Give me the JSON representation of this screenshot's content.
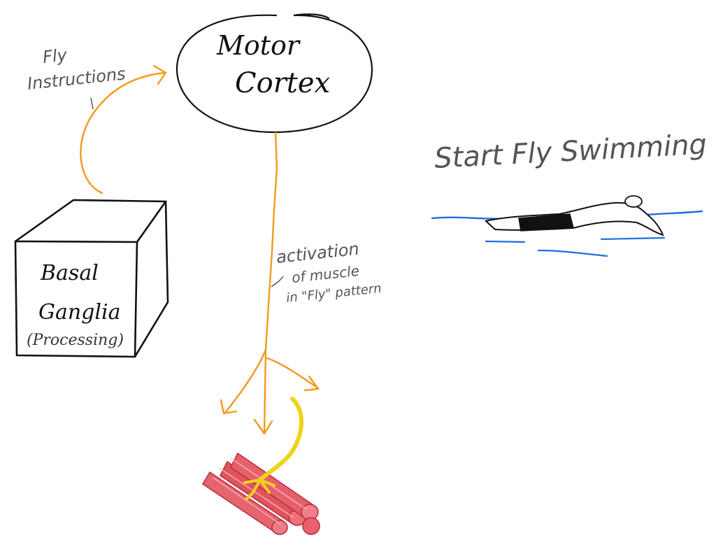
{
  "motor_cortex": {
    "line1": "Motor",
    "line2": "Cortex"
  },
  "basal_ganglia": {
    "line1": "Basal",
    "line2": "Ganglia",
    "line3": "(Processing)"
  },
  "fly_instructions": {
    "line1": "Fly",
    "line2": "Instructions"
  },
  "activation": {
    "line1": "activation",
    "line2": "of muscle",
    "line3": "in \"Fly\" pattern"
  },
  "swimming": {
    "title": "Start Fly Swimming"
  },
  "colors": {
    "ink": "#111111",
    "pencil": "#555555",
    "orange": "#f39a1e",
    "water": "#1f6fe0",
    "muscle": "#e0545f",
    "nerve": "#f1d21a"
  }
}
